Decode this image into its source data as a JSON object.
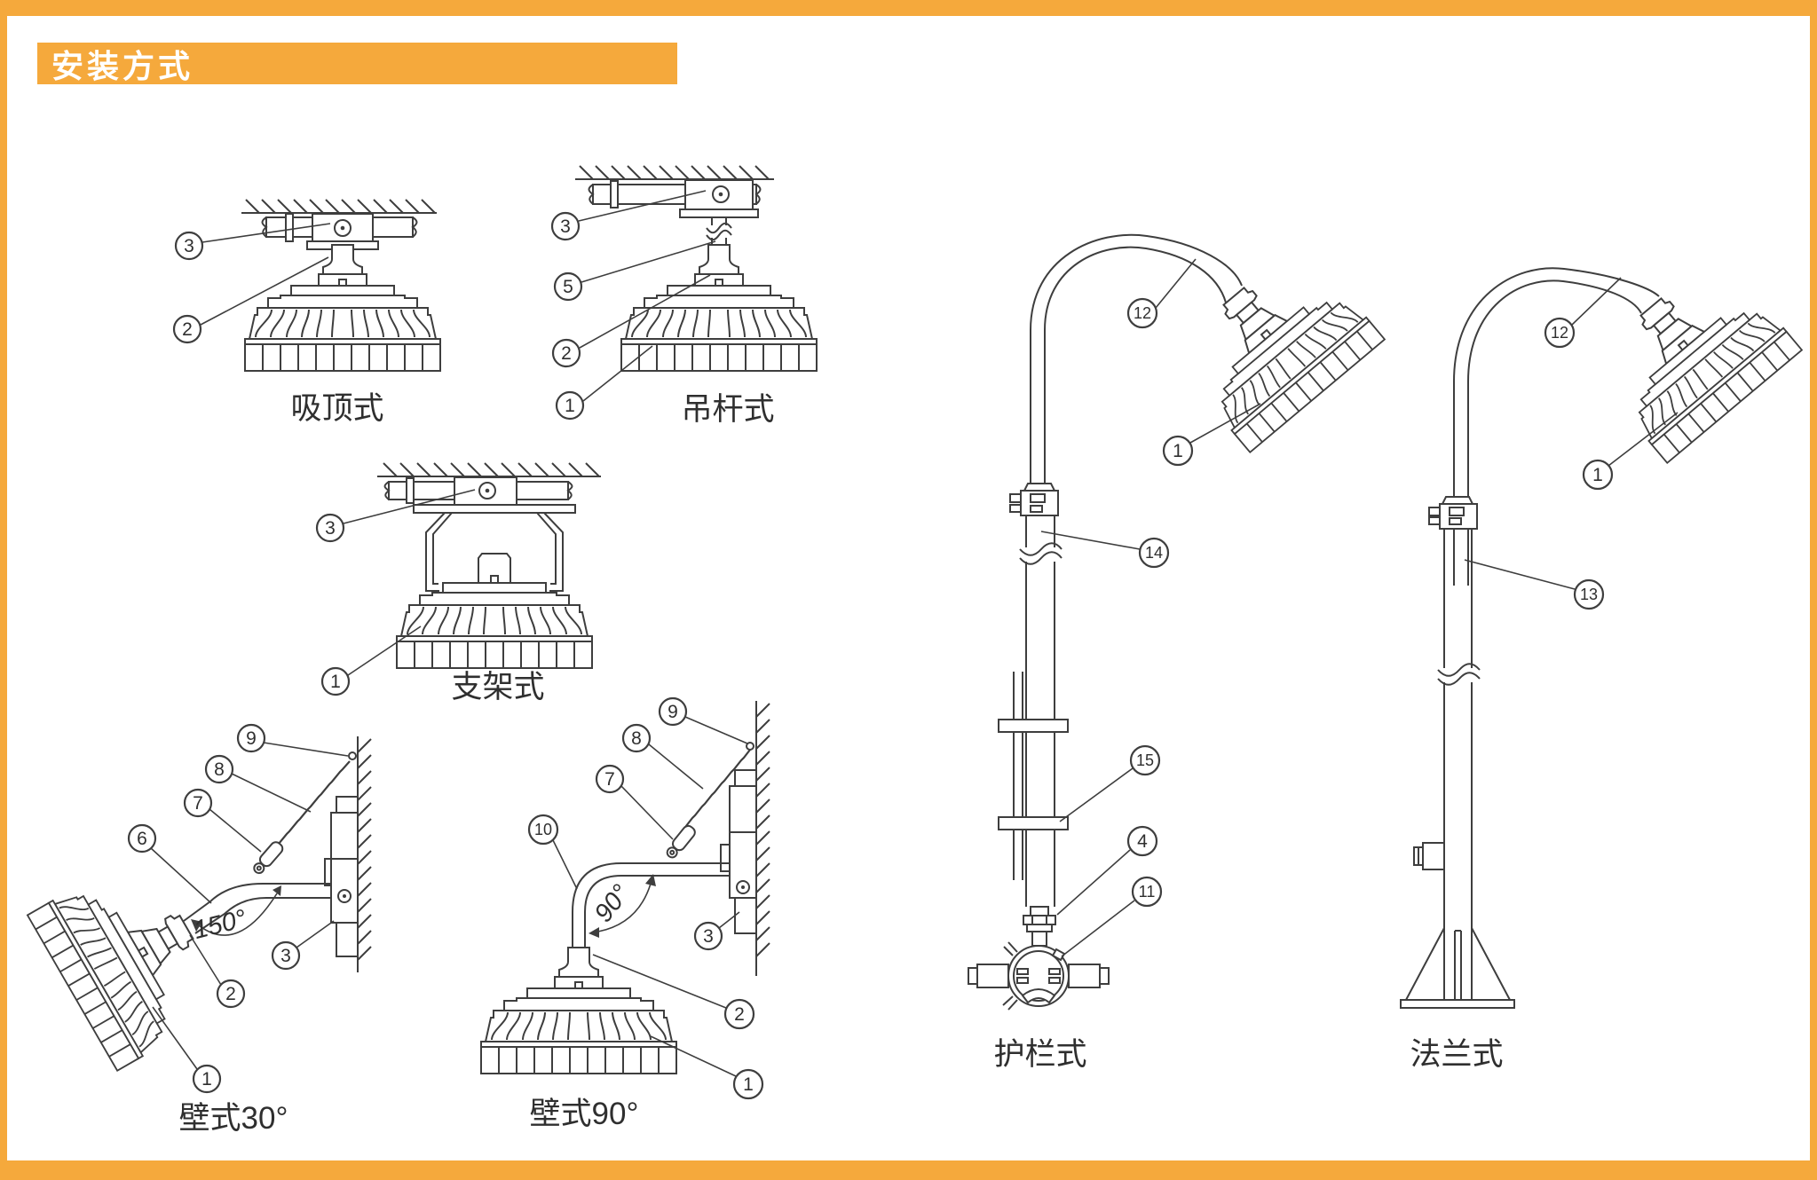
{
  "page": {
    "title": "安装方式"
  },
  "colors": {
    "accent": "#F5A93C",
    "line": "#3E3E3E",
    "label_text": "#2F2F2F",
    "background": "#FFFFFF"
  },
  "diagrams": {
    "xiding": {
      "label": "吸顶式",
      "callouts": {
        "n3": "3",
        "n2": "2"
      }
    },
    "diaogan": {
      "label": "吊杆式",
      "callouts": {
        "n3": "3",
        "n5": "5",
        "n2": "2",
        "n1": "1"
      }
    },
    "zhijia": {
      "label": "支架式",
      "callouts": {
        "n3": "3",
        "n1": "1"
      }
    },
    "bishi30": {
      "label": "壁式30°",
      "angle": "150°",
      "callouts": {
        "n9": "9",
        "n8": "8",
        "n7": "7",
        "n6": "6",
        "n3": "3",
        "n2": "2",
        "n1": "1"
      }
    },
    "bishi90": {
      "label": "壁式90°",
      "angle": "90°",
      "callouts": {
        "n9": "9",
        "n8": "8",
        "n7": "7",
        "n10": "10",
        "n3": "3",
        "n2": "2",
        "n1": "1"
      }
    },
    "hulan": {
      "label": "护栏式",
      "callouts": {
        "n12": "12",
        "n1": "1",
        "n14": "14",
        "n15": "15",
        "n4": "4",
        "n11": "11"
      }
    },
    "falan": {
      "label": "法兰式",
      "callouts": {
        "n12": "12",
        "n1": "1",
        "n13": "13"
      }
    }
  }
}
